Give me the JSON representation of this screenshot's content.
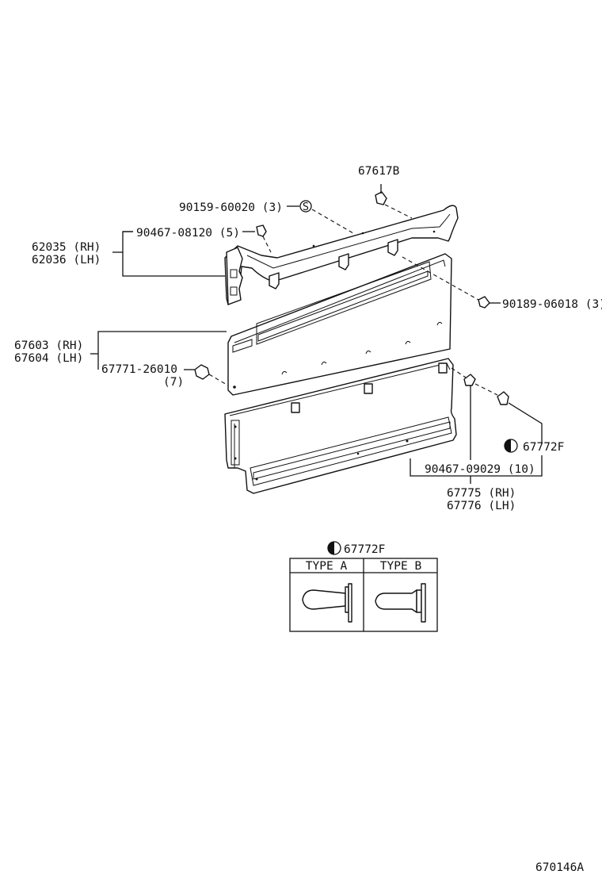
{
  "labels": {
    "p67617b": "67617B",
    "p90159": "90159-60020 (3)",
    "s_mark": "S",
    "p90467_08120": "90467-08120 (5)",
    "p62035": "62035 (RH)",
    "p62036": "62036 (LH)",
    "p90189": "90189-06018 (3)",
    "p67603": "67603 (RH)",
    "p67604": "67604 (LH)",
    "p67771": "67771-26010",
    "p67771_qty": "(7)",
    "p67772f": "67772F",
    "p90467_09029": "90467-09029 (10)",
    "p67775": "67775 (RH)",
    "p67776": "67776 (LH)",
    "legend_title": "67772F",
    "type_a": "TYPE A",
    "type_b": "TYPE B",
    "figure_code": "670146A"
  }
}
